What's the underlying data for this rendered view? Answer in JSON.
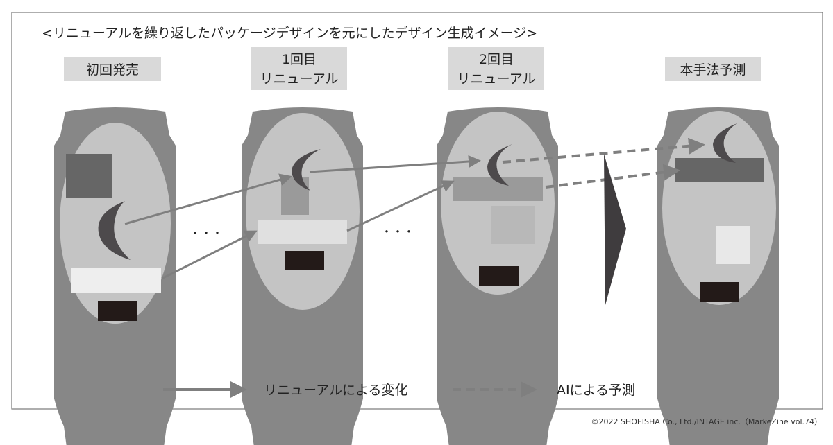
{
  "title": "<リニューアルを繰り返したパッケージデザインを元にしたデザイン生成イメージ>",
  "stages": [
    {
      "line1": "初回発売",
      "line2": ""
    },
    {
      "line1": "1回目",
      "line2": "リニューアル"
    },
    {
      "line1": "2回目",
      "line2": "リニューアル"
    },
    {
      "line1": "本手法予測",
      "line2": ""
    }
  ],
  "ellipsis": [
    "・・・",
    "・・・"
  ],
  "legend": {
    "solid_label": "リニューアルによる変化",
    "dashed_label": "AIによる予測"
  },
  "footer": "©2022 SHOEISHA Co., Ltd./INTAGE inc.（MarkeZine vol.74）",
  "colors": {
    "can": "#878787",
    "label_panel": "#d9d9d9",
    "ellipse": "#c4c4c4",
    "moon": "#4d4a4c",
    "arrow": "#7f7f7f",
    "black_block": "#231a18"
  }
}
